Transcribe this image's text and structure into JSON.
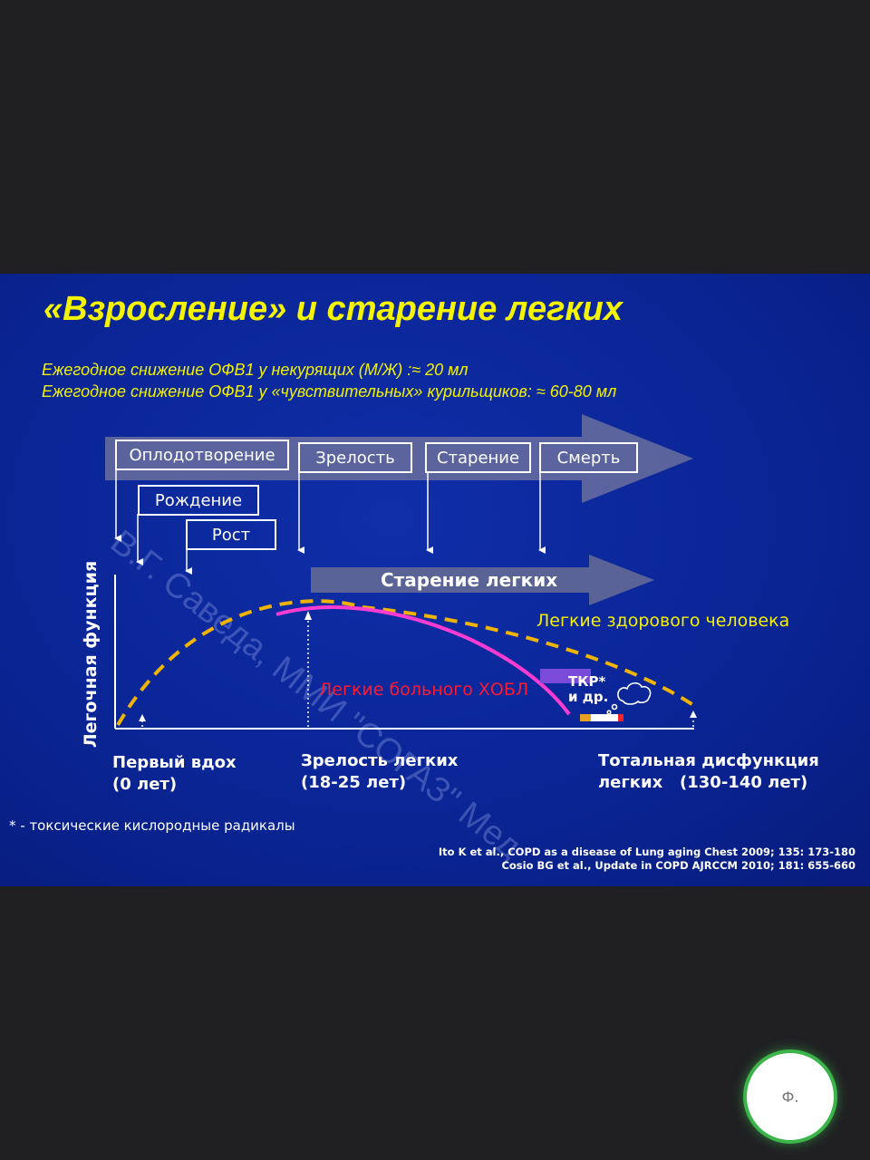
{
  "slide": {
    "title": "«Взросление» и старение легких",
    "subtitle_1": "Ежегодное снижение ОФВ1 у некурящих (М/Ж) :≈ 20 мл",
    "subtitle_2": "Ежегодное снижение ОФВ1 у «чувствительных» курильщиков: ≈ 60-80 мл",
    "stages": {
      "fertilization": "Оплодотворение",
      "maturity": "Зрелость",
      "aging": "Старение",
      "death": "Смерть",
      "birth": "Рождение",
      "growth": "Рост"
    },
    "lung_aging_label": "Старение легких",
    "y_axis_label": "Легочная функция",
    "healthy_label": "Легкие здорового человека",
    "copd_label": "Легкие больного ХОБЛ",
    "tkr_label_1": "ТКР*",
    "tkr_label_2": "и др.",
    "x_labels": {
      "first_breath_1": "Первый вдох",
      "first_breath_2": "(0 лет)",
      "maturity_1": "Зрелость легких",
      "maturity_2": "(18-25 лет)",
      "total_1": "Тотальная дисфункция",
      "total_2": "легких   (130-140 лет)"
    },
    "footnote": "* - токсические кислородные радикалы",
    "citation_1": "Ito K  et al., COPD as a disease of Lung aging Chest 2009; 135: 173-180",
    "citation_2": "Cosio BG et al., Update in COPD AJRCCM 2010; 181: 655-660",
    "watermark": "В.Г. Саведа, ММИ \"СОГАЗ\" Мед"
  },
  "colors": {
    "title": "#f4f400",
    "healthy_curve": "#f0b400",
    "copd_curve": "#ff3cd2",
    "copd_label": "#ff1a2e"
  },
  "fab": {
    "label": "Ф."
  }
}
